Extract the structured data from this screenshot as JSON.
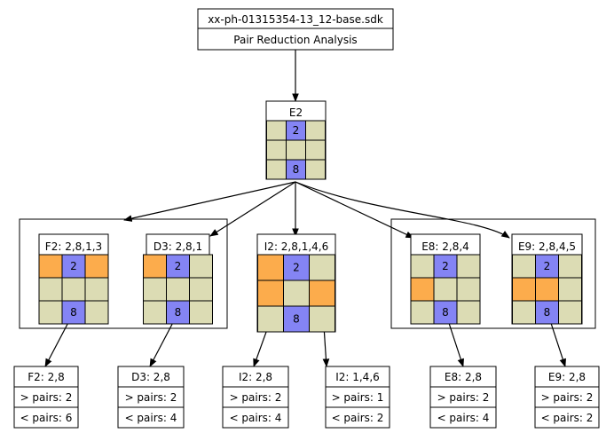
{
  "header": {
    "filename": "xx-ph-01315354-13_12-base.sdk",
    "subtitle": "Pair Reduction Analysis"
  },
  "colors": {
    "cell": "#dcdcb4",
    "blue": "#8484f4",
    "orange": "#fcac4c",
    "stroke": "#000000"
  },
  "root": {
    "label": "E2",
    "grid": [
      [
        "",
        "2",
        ""
      ],
      [
        "",
        "",
        ""
      ],
      [
        "",
        "8",
        ""
      ]
    ],
    "fill": [
      [
        "c",
        "b",
        "c"
      ],
      [
        "c",
        "c",
        "c"
      ],
      [
        "c",
        "b",
        "c"
      ]
    ]
  },
  "groups": [
    {
      "id": "left-cluster"
    },
    {
      "id": "right-cluster"
    }
  ],
  "nodes": [
    {
      "label": "F2: 2,8,1,3",
      "grid": [
        [
          "",
          "2",
          ""
        ],
        [
          "",
          "",
          ""
        ],
        [
          "",
          "8",
          ""
        ]
      ],
      "fill": [
        [
          "o",
          "b",
          "o"
        ],
        [
          "c",
          "c",
          "c"
        ],
        [
          "c",
          "b",
          "c"
        ]
      ]
    },
    {
      "label": "D3: 2,8,1",
      "grid": [
        [
          "",
          "2",
          ""
        ],
        [
          "",
          "",
          ""
        ],
        [
          "",
          "8",
          ""
        ]
      ],
      "fill": [
        [
          "o",
          "b",
          "c"
        ],
        [
          "c",
          "c",
          "c"
        ],
        [
          "c",
          "b",
          "c"
        ]
      ]
    },
    {
      "label": "I2: 2,8,1,4,6",
      "grid": [
        [
          "",
          "2",
          ""
        ],
        [
          "",
          "",
          ""
        ],
        [
          "",
          "8",
          ""
        ]
      ],
      "fill": [
        [
          "o",
          "b",
          "c"
        ],
        [
          "o",
          "c",
          "o"
        ],
        [
          "c",
          "b",
          "c"
        ]
      ]
    },
    {
      "label": "E8: 2,8,4",
      "grid": [
        [
          "",
          "2",
          ""
        ],
        [
          "",
          "",
          ""
        ],
        [
          "",
          "8",
          ""
        ]
      ],
      "fill": [
        [
          "c",
          "b",
          "c"
        ],
        [
          "o",
          "c",
          "c"
        ],
        [
          "c",
          "b",
          "c"
        ]
      ]
    },
    {
      "label": "E9: 2,8,4,5",
      "grid": [
        [
          "",
          "2",
          ""
        ],
        [
          "",
          "",
          ""
        ],
        [
          "",
          "8",
          ""
        ]
      ],
      "fill": [
        [
          "c",
          "b",
          "c"
        ],
        [
          "o",
          "o",
          "c"
        ],
        [
          "c",
          "b",
          "c"
        ]
      ]
    }
  ],
  "results": [
    {
      "title": "F2: 2,8",
      "gt": "> pairs: 2",
      "lt": "< pairs: 6"
    },
    {
      "title": "D3: 2,8",
      "gt": "> pairs: 2",
      "lt": "< pairs: 4"
    },
    {
      "title": "I2: 2,8",
      "gt": "> pairs: 2",
      "lt": "< pairs: 4"
    },
    {
      "title": "I2: 1,4,6",
      "gt": "> pairs: 1",
      "lt": "< pairs: 2"
    },
    {
      "title": "E8: 2,8",
      "gt": "> pairs: 2",
      "lt": "< pairs: 4"
    },
    {
      "title": "E9: 2,8",
      "gt": "> pairs: 2",
      "lt": "< pairs: 2"
    }
  ]
}
